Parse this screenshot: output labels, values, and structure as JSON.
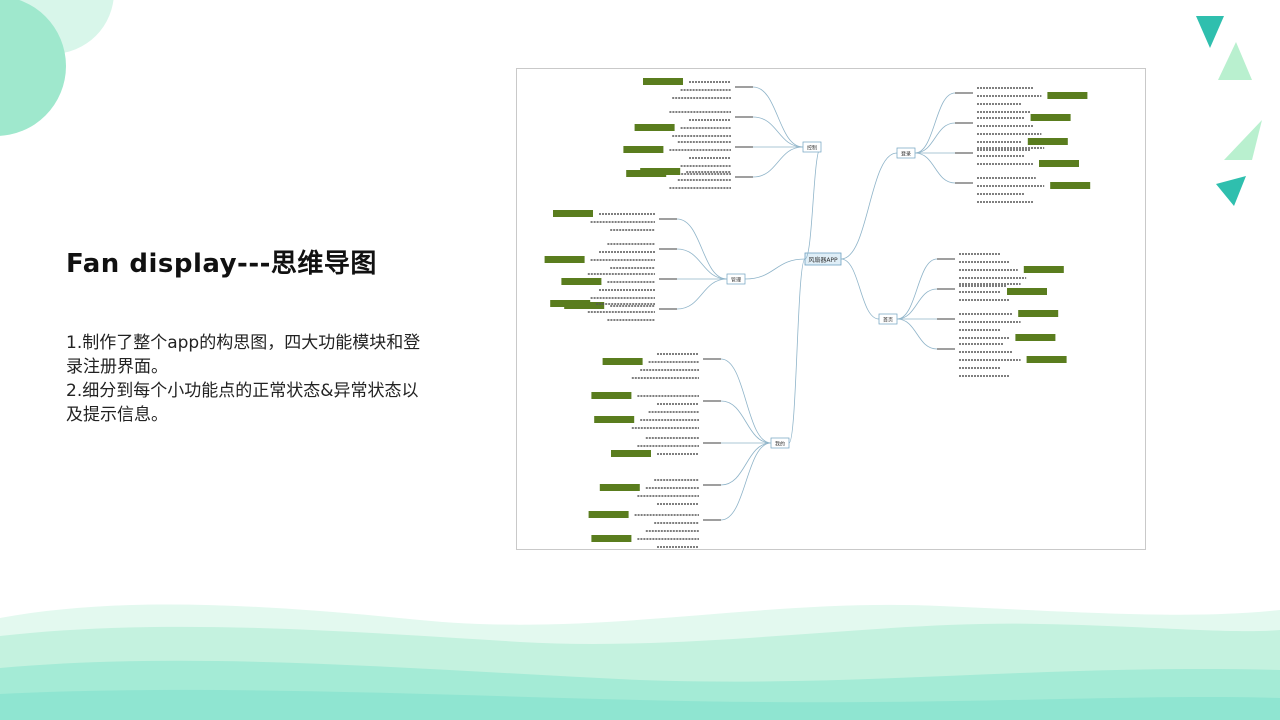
{
  "slide": {
    "title": "Fan display---思维导图",
    "description": [
      "1.制作了整个app的构思图，四大功能模块和登录注册界面。",
      "2.细分到每个小功能点的正常状态&异常状态以及提示信息。"
    ]
  },
  "mindmap": {
    "root": "风扇器APP",
    "branches": [
      "控制",
      "登录",
      "首页",
      "管理",
      "我的"
    ],
    "colors": {
      "node_fill": "#5a7d1e",
      "branch_line": "#8fb4c9",
      "root_fill": "#dfeef7"
    }
  },
  "colors": {
    "accent_teal": "#2bbfa9",
    "accent_green": "#a6eec6",
    "wave_light": "#c8f4e6",
    "wave_mid": "#9fead8"
  }
}
